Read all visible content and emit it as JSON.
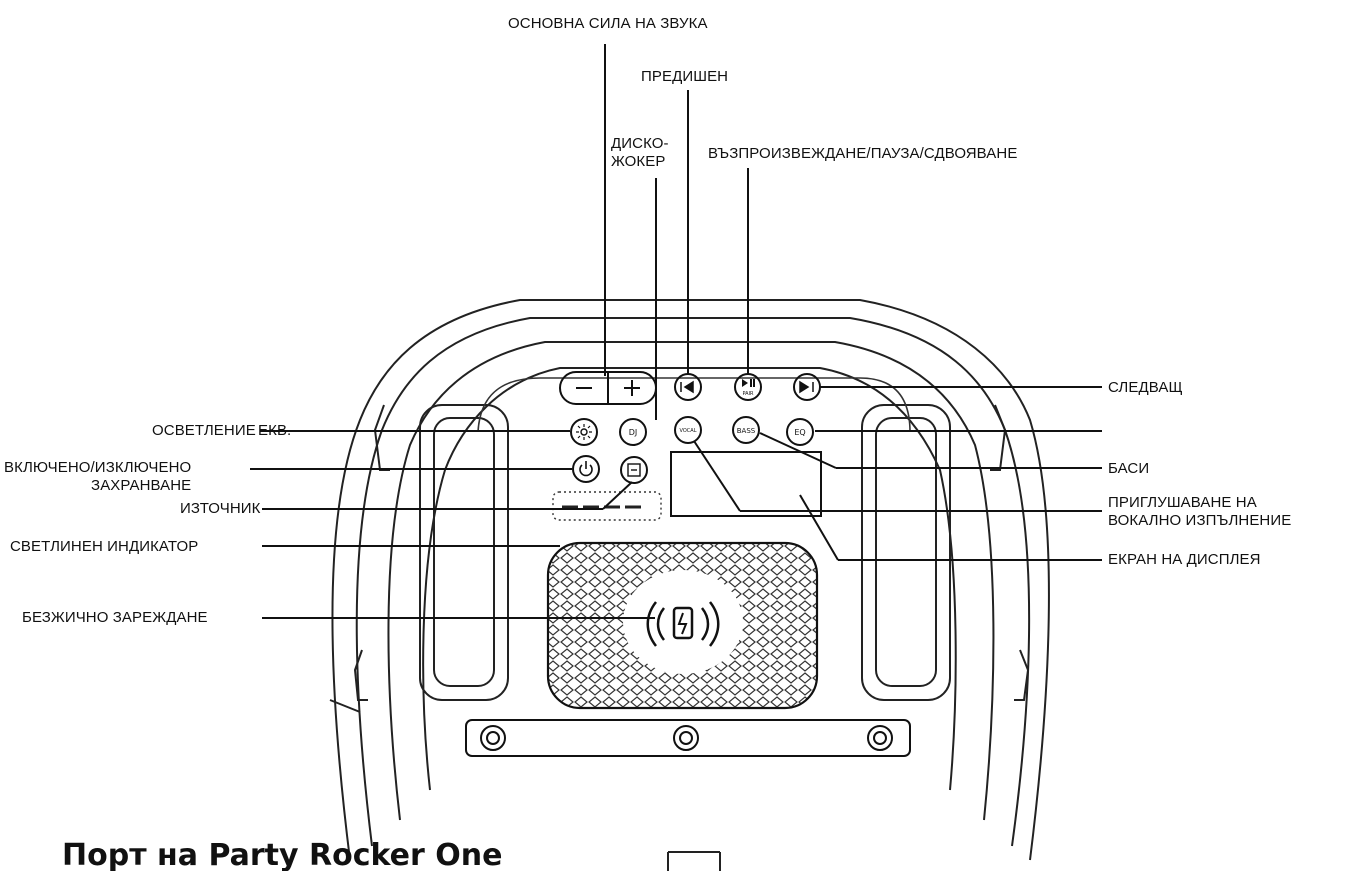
{
  "labels": {
    "master_volume": "ОСНОВНА СИЛА НА ЗВУКА",
    "previous": "ПРЕДИШЕН",
    "dj": "ДИСКО-\nЖОКЕР",
    "play_pause_pair": "ВЪЗПРОИЗВЕЖДАНЕ/ПАУЗА/СДВОЯВАНЕ",
    "next": "СЛЕДВАЩ",
    "light": "ОСВЕТЛЕНИЕ",
    "eq": "ЕКВ.",
    "power": "ВКЛЮЧЕНО/ИЗКЛЮЧЕНО\nЗАХРАНВАНЕ",
    "source": "ИЗТОЧНИК",
    "light_indicator": "СВЕТЛИНЕН ИНДИКАТОР",
    "wireless_charging": "БЕЗЖИЧНО ЗАРЕЖДАНЕ",
    "bass": "БАСИ",
    "vocal_mute": "ПРИГЛУШАВАНЕ НА\nВОКАЛНО ИЗПЪЛНЕНИЕ",
    "display_screen": "ЕКРАН НА ДИСПЛЕЯ"
  },
  "caption": "Порт на Party Rocker One",
  "icons": {
    "minus": "minus-icon",
    "plus": "plus-icon",
    "prev": "previous-track-icon",
    "play_pause": "play-pause-icon",
    "next": "next-track-icon",
    "light": "sun-icon",
    "dj": "dj-icon",
    "vocal": "vocal-mute-icon",
    "bass": "bass-icon",
    "eq": "eq-icon",
    "power": "power-icon",
    "source": "source-icon",
    "charging": "wireless-charging-icon"
  },
  "button_text": {
    "dj": "DJ",
    "vocal": "VOCAL",
    "bass": "BASS",
    "eq": "EQ",
    "pair": "PAIR"
  }
}
